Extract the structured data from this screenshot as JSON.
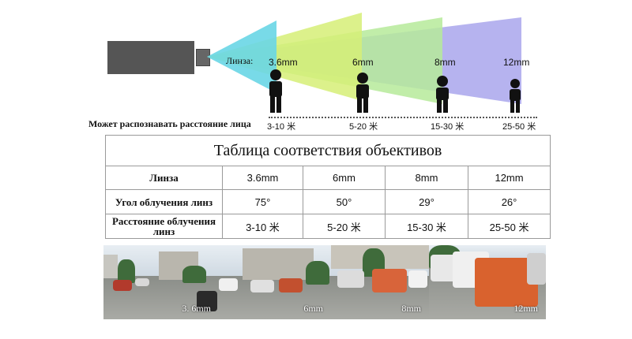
{
  "diagram": {
    "lens_label": "Линза:",
    "focals": [
      "3.6mm",
      "6mm",
      "8mm",
      "12mm"
    ],
    "ranges": [
      "3-10 米",
      "5-20 米",
      "15-30 米",
      "25-50 米"
    ],
    "caption": "Может распознавать расстояние лица",
    "beam_colors": [
      "#7fd8e8",
      "#c8ec7a",
      "#a8e8a0",
      "#a9a6ec"
    ]
  },
  "table": {
    "title": "Таблица соответствия объективов",
    "rows": [
      {
        "label": "Линза",
        "values": [
          "3.6mm",
          "6mm",
          "8mm",
          "12mm"
        ]
      },
      {
        "label": "Угол облучения линз",
        "values": [
          "75°",
          "50°",
          "29°",
          "26°"
        ]
      },
      {
        "label": "Расстояние облучения линз",
        "values": [
          "3-10 米",
          "5-20 米",
          "15-30 米",
          "25-50 米"
        ]
      }
    ]
  },
  "photos": {
    "labels": [
      "3. 6mm",
      "6mm",
      "8mm",
      "12mm"
    ]
  }
}
